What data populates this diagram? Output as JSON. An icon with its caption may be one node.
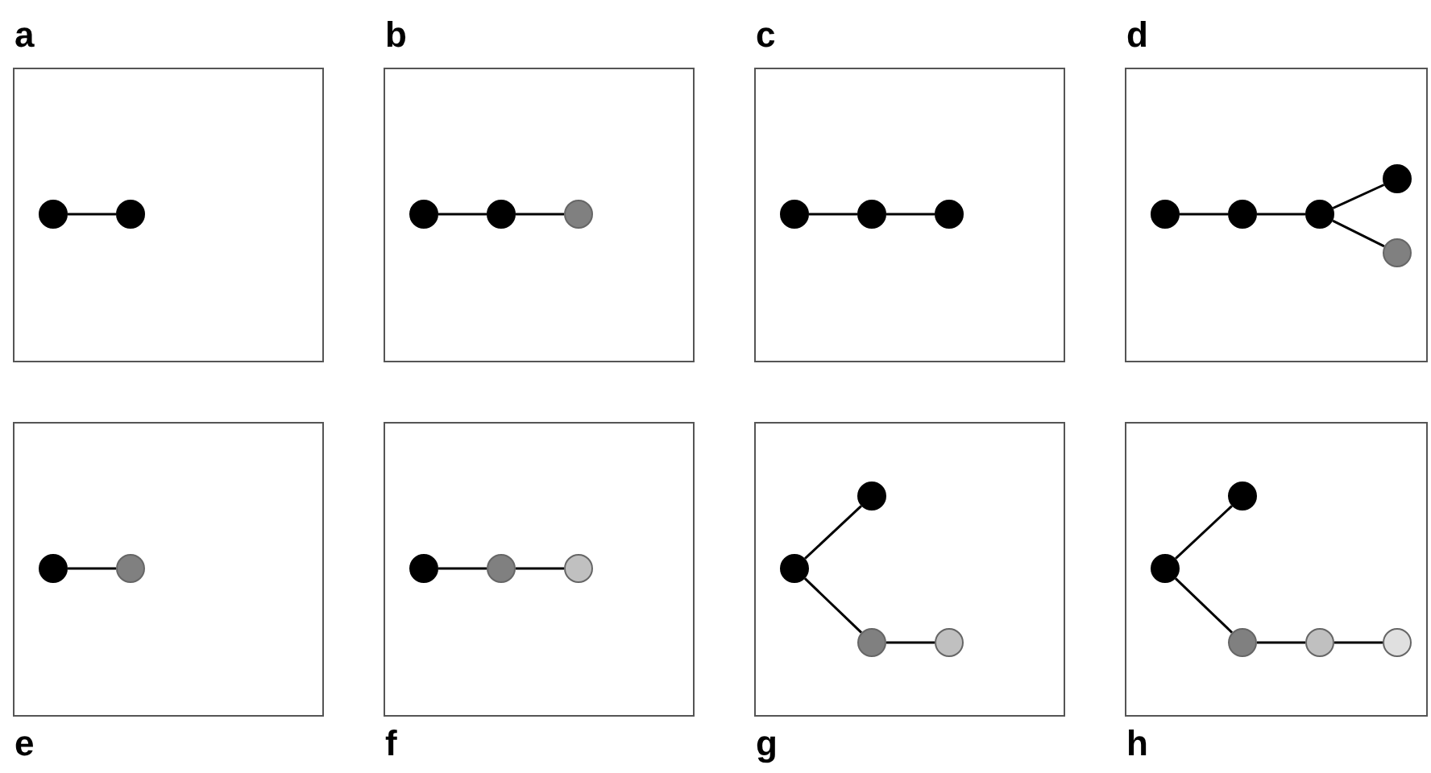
{
  "diagram": {
    "nodes": [
      {
        "text": [
          "a"
        ]
      },
      {
        "text": [],
        "shape": "circle",
        "in": 0
      },
      {
        "text": [],
        "shape": "circle",
        "in": 0
      },
      {
        "text": [
          "b"
        ]
      },
      {
        "text": [],
        "shape": "circle",
        "in": 3
      },
      {
        "text": [],
        "shape": "circle",
        "in": 3
      },
      {
        "text": [],
        "shape": "circle",
        "in": 3
      },
      {
        "text": [
          "c"
        ]
      },
      {
        "text": [],
        "shape": "circle",
        "in": 7
      },
      {
        "text": [],
        "shape": "circle",
        "in": 7
      },
      {
        "text": [],
        "shape": "circle",
        "in": 7
      },
      {
        "text": [
          "d"
        ]
      },
      {
        "text": [],
        "shape": "circle",
        "in": 11
      },
      {
        "text": [],
        "shape": "circle",
        "in": 11
      },
      {
        "text": [],
        "shape": "circle",
        "in": 11
      },
      {
        "text": [],
        "shape": "circle",
        "in": 11
      },
      {
        "text": [],
        "shape": "circle",
        "in": 11
      },
      {
        "text": [
          "e"
        ]
      },
      {
        "text": [],
        "shape": "circle",
        "in": 17
      },
      {
        "text": [],
        "shape": "circle",
        "in": 17
      },
      {
        "text": [
          "f"
        ]
      },
      {
        "text": [],
        "shape": "circle",
        "in": 20
      },
      {
        "text": [],
        "shape": "circle",
        "in": 20
      },
      {
        "text": [],
        "shape": "circle",
        "in": 20
      },
      {
        "text": [
          "g"
        ]
      },
      {
        "text": [],
        "shape": "circle",
        "in": 24
      },
      {
        "text": [],
        "shape": "circle",
        "in": 24
      },
      {
        "text": [],
        "shape": "circle",
        "in": 24
      },
      {
        "text": [],
        "shape": "circle",
        "in": 24
      },
      {
        "text": [
          "h"
        ]
      },
      {
        "text": [],
        "shape": "circle",
        "in": 29
      },
      {
        "text": [],
        "shape": "circle",
        "in": 29
      },
      {
        "text": [],
        "shape": "circle",
        "in": 29
      },
      {
        "text": [],
        "shape": "circle",
        "in": 29
      },
      {
        "text": [],
        "shape": "circle",
        "in": 29
      }
    ],
    "edges": [
      {
        "from": 1,
        "to": 2,
        "arrow": "none"
      },
      {
        "from": 4,
        "to": 5,
        "arrow": "none"
      },
      {
        "from": 5,
        "to": 6,
        "arrow": "none"
      },
      {
        "from": 8,
        "to": 9,
        "arrow": "none"
      },
      {
        "from": 9,
        "to": 10,
        "arrow": "none"
      },
      {
        "from": 12,
        "to": 13,
        "arrow": "none"
      },
      {
        "from": 13,
        "to": 14,
        "arrow": "none"
      },
      {
        "from": 14,
        "to": 15,
        "arrow": "none"
      },
      {
        "from": 14,
        "to": 16,
        "arrow": "none"
      },
      {
        "from": 18,
        "to": 19,
        "arrow": "none"
      },
      {
        "from": 21,
        "to": 22,
        "arrow": "none"
      },
      {
        "from": 22,
        "to": 23,
        "arrow": "none"
      },
      {
        "from": 25,
        "to": 26,
        "arrow": "none"
      },
      {
        "from": 25,
        "to": 27,
        "arrow": "none"
      },
      {
        "from": 27,
        "to": 28,
        "arrow": "none"
      },
      {
        "from": 30,
        "to": 31,
        "arrow": "none"
      },
      {
        "from": 30,
        "to": 32,
        "arrow": "none"
      },
      {
        "from": 32,
        "to": 33,
        "arrow": "none"
      },
      {
        "from": 33,
        "to": 34,
        "arrow": "none"
      }
    ]
  }
}
